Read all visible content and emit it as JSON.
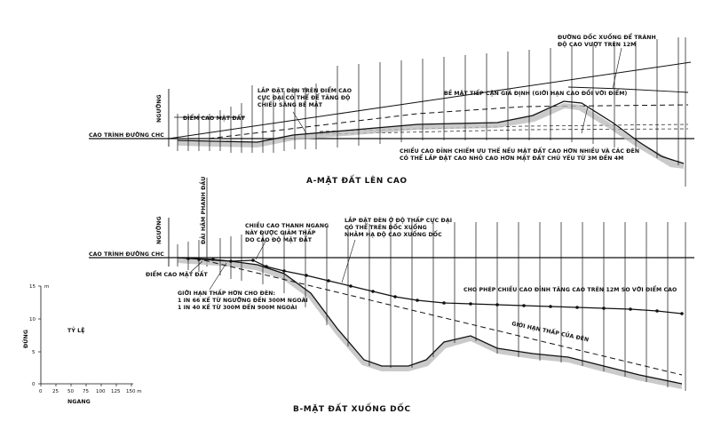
{
  "diagram_a": {
    "title": "A-MẶT ĐẤT LÊN CAO",
    "threshold": "NGƯỠNG",
    "runway_elevation": "CAO TRÌNH ĐƯỜNG CHC",
    "ground_point": "ĐIỂM CAO MẶT ĐẤT",
    "note_install": [
      "LẮP ĐẶT ĐÈN TRÊN ĐIỂM CAO",
      "CỰC ĐẠI CÓ THỂ ĐỂ TĂNG ĐỘ",
      "CHIẾU SÁNG BỀ MẶT"
    ],
    "note_surface": "BỀ MẶT TIẾP CẬN GIẢ ĐỊNH (GIỚI HẠN CAO ĐỐI VỚI ĐIỂM)",
    "note_slope": [
      "ĐƯỜNG DỐC XUỐNG ĐỂ TRÁNH",
      "ĐỘ CAO VƯỢT TRÊN 12M"
    ],
    "note_height": [
      "CHIỀU CAO ĐỈNH CHIẾM ƯU THẾ NẾU MẶT ĐẤT CAO HƠN NHIỀU VÀ CÁC ĐÈN",
      "CÓ THỂ LẮP ĐẶT CAO NHỎ CAO HƠN MẶT ĐẤT CHỦ YẾU TỪ 3M ĐẾN 4M"
    ]
  },
  "diagram_b": {
    "title": "B-MẶT ĐẤT XUỐNG DỐC",
    "threshold": "NGƯỠNG",
    "brake_point": "ĐẢI HÃM PHANH ĐẦU",
    "runway_elevation": "CAO TRÌNH ĐƯỜNG CHC",
    "ground_point": "ĐIỂM CAO MẶT ĐẤT",
    "note_crossbar": [
      "CHIỀU CAO THANH NGANG",
      "NÀY ĐƯỢC GIẢM THẤP",
      "DO CAO ĐỘ MẶT ĐẤT"
    ],
    "note_install": [
      "LẮP ĐẶT ĐÈN Ở ĐỘ THẤP CỰC ĐẠI",
      "CÓ THỂ TRÊN DỐC XUỐNG",
      "NHẰM HẠ ĐỘ CAO XUỐNG DỐC"
    ],
    "note_allow": "CHO PHÉP CHIỀU CAO ĐỈNH TĂNG CAO TRÊN 12M SO VỚI ĐIỂM CAO",
    "note_lower": "GIỚI HẠN THẤP CỦA ĐÈN",
    "note_limit": [
      "GIỚI HẠN THẤP HƠN CHO ĐÈN:",
      "1 IN 66 KẾ TỪ NGƯỠNG ĐẾN 300M NGOÀI",
      "1 IN 40 KẾ TỪ 300M ĐẾN 900M NGOÀI"
    ]
  },
  "scale": {
    "label": "TỶ LỆ",
    "vertical_label": "ĐỨNG",
    "horizontal_label": "NGANG",
    "vertical_unit": "m",
    "vertical_ticks": [
      "0",
      "5",
      "10",
      "15"
    ],
    "horizontal_ticks": [
      "0",
      "25",
      "50",
      "75",
      "100",
      "125",
      "150 m"
    ]
  }
}
